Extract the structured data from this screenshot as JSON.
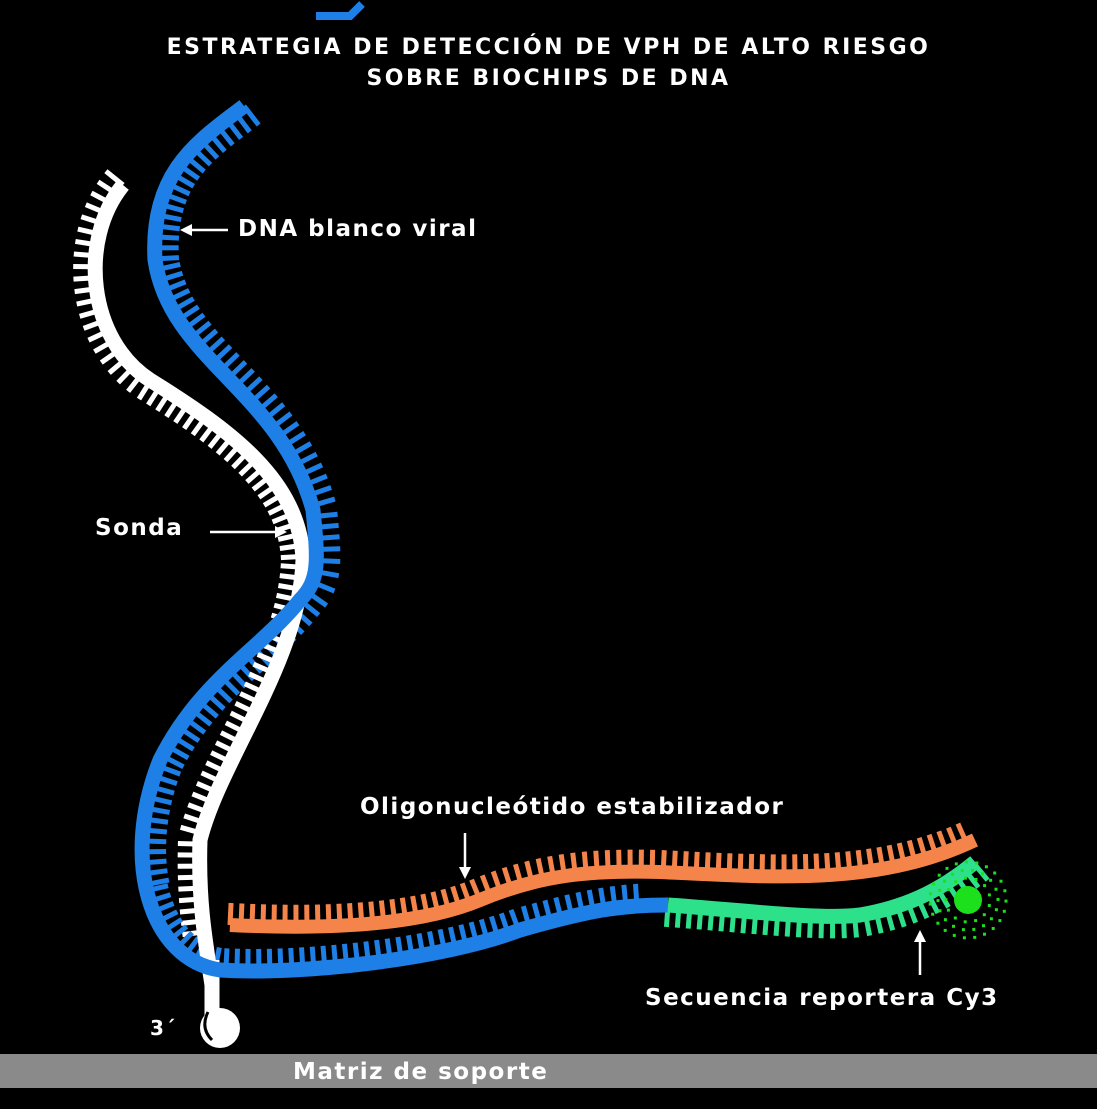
{
  "title": {
    "line1": "ESTRATEGIA DE DETECCIÓN DE VPH DE ALTO RIESGO",
    "line2": "SOBRE BIOCHIPS DE DNA"
  },
  "labels": {
    "viral": "DNA blanco viral",
    "sonda": "Sonda",
    "oligo": "Oligonucleótido estabilizador",
    "reporter": "Secuencia reportera Cy3",
    "three_prime": "3´",
    "matrix": "Matriz de soporte"
  },
  "colors": {
    "viral_strand": "#1e7fe6",
    "probe_strand": "#ffffff",
    "stabilizer": "#f4844a",
    "reporter": "#2de08a",
    "cy3_dye": "#1ce01c",
    "support": "#8a8a8a",
    "background": "#000000"
  }
}
